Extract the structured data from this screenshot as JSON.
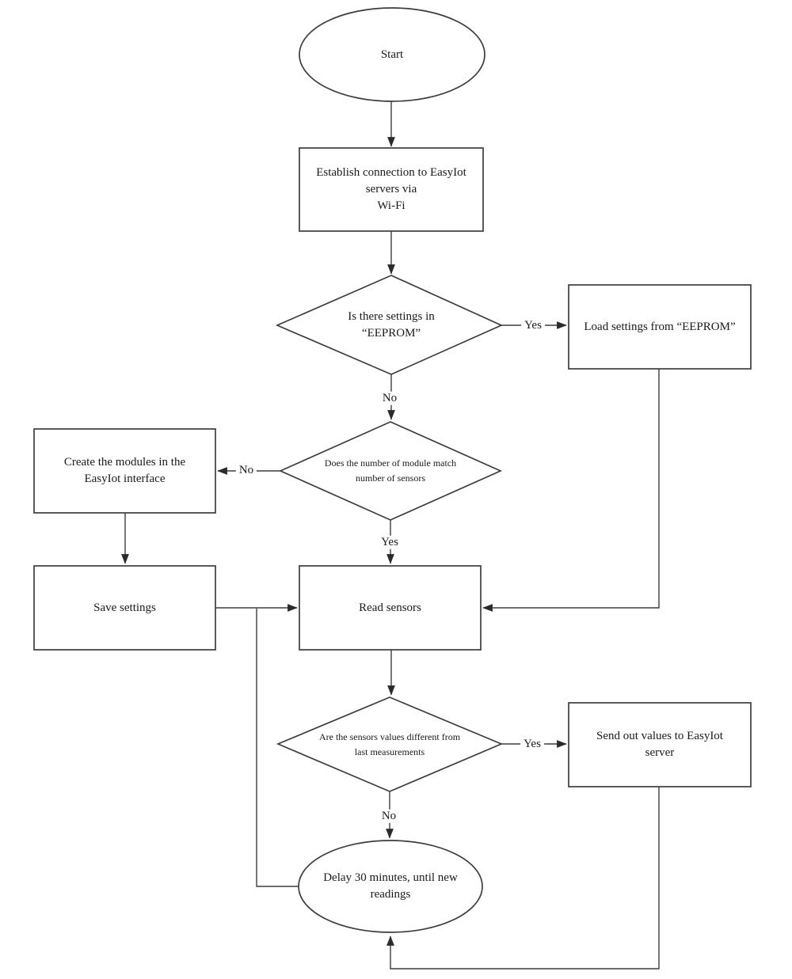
{
  "colors": {
    "background": "#ffffff",
    "ink": "#1a1a1a",
    "line": "#3d3d3d"
  },
  "flowchart": {
    "nodes": {
      "start": {
        "type": "terminator",
        "label": "Start"
      },
      "establish_connection": {
        "type": "process",
        "label": "Establish connection to EasyIot\nservers via\nWi-Fi"
      },
      "settings_in_eeprom": {
        "type": "decision",
        "label": "Is there settings in\n“EEPROM”"
      },
      "load_settings": {
        "type": "process",
        "label": "Load settings from “EEPROM”"
      },
      "module_match": {
        "type": "decision",
        "label": "Does the number of module match\nnumber of sensors"
      },
      "create_modules": {
        "type": "process",
        "label": "Create the modules in the\nEasyIot interface"
      },
      "save_settings": {
        "type": "process",
        "label": "Save settings"
      },
      "read_sensors": {
        "type": "process",
        "label": "Read sensors"
      },
      "values_different": {
        "type": "decision",
        "label": "Are the sensors values different from\nlast measurements"
      },
      "send_values": {
        "type": "process",
        "label": "Send out values to EasyIot\nserver"
      },
      "delay": {
        "type": "terminator",
        "label": "Delay 30 minutes, until new\nreadings"
      }
    },
    "edge_labels": {
      "eeprom_yes": "Yes",
      "eeprom_no": "No",
      "match_no": "No",
      "match_yes": "Yes",
      "different_yes": "Yes",
      "different_no": "No"
    }
  }
}
